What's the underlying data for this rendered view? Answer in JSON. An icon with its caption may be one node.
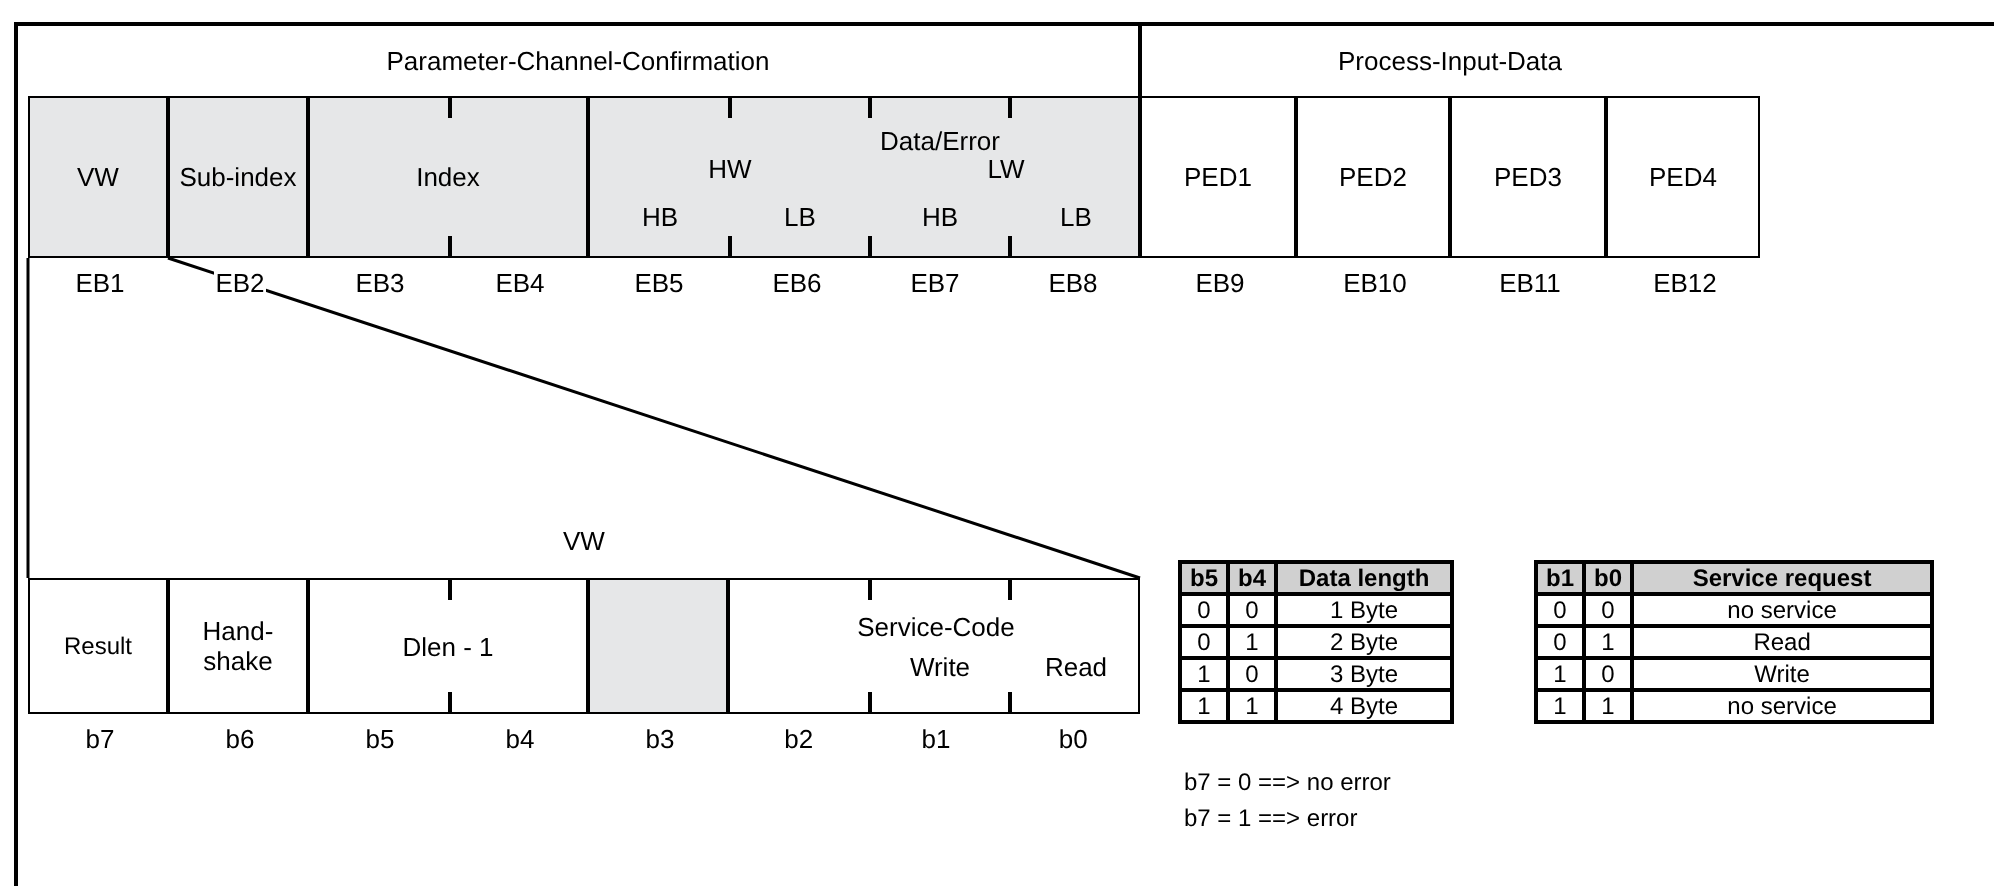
{
  "diagram": {
    "nodes": [
      {
        "text": [
          "Parameter-Channel-Confirmation"
        ]
      },
      {
        "text": [
          "Process-Input-Data"
        ]
      },
      {
        "text": [
          "VW"
        ],
        "beside": [
          "EB1"
        ]
      },
      {
        "text": [
          "Sub-index"
        ],
        "beside": [
          "EB2"
        ]
      },
      {
        "text": [
          "Index"
        ],
        "beside": [
          "EB3",
          "EB4"
        ]
      },
      {
        "text": [
          "Data/Error",
          "HW",
          "LW",
          "HB",
          "LB",
          "HB",
          "LB"
        ],
        "beside": [
          "EB5",
          "EB6",
          "EB7",
          "EB8"
        ]
      },
      {
        "text": [
          "PED1"
        ],
        "beside": [
          "EB9"
        ]
      },
      {
        "text": [
          "PED2"
        ],
        "beside": [
          "EB10"
        ]
      },
      {
        "text": [
          "PED3"
        ],
        "beside": [
          "EB11"
        ]
      },
      {
        "text": [
          "PED4"
        ],
        "beside": [
          "EB12"
        ]
      },
      {
        "text": [
          "VW"
        ]
      },
      {
        "text": [
          "Result"
        ],
        "in": 10,
        "beside": [
          "b7"
        ]
      },
      {
        "text": [
          "Hand-shake"
        ],
        "in": 10,
        "beside": [
          "b6"
        ]
      },
      {
        "text": [
          "Dlen - 1"
        ],
        "in": 10,
        "beside": [
          "b5",
          "b4"
        ]
      },
      {
        "text": [],
        "shape": "box",
        "in": 10,
        "beside": [
          "b3"
        ]
      },
      {
        "text": [
          "Service-Code",
          "Write",
          "Read"
        ],
        "in": 10,
        "beside": [
          "b2",
          "b1",
          "b0"
        ]
      }
    ],
    "edges": [
      {
        "from": 2,
        "to": 10,
        "arrow": "none"
      },
      {
        "from": 2,
        "to": 10,
        "arrow": "none"
      }
    ],
    "labels": [
      "b5",
      "b4",
      "Data length",
      "0",
      "0",
      "1 Byte",
      "0",
      "1",
      "2 Byte",
      "1",
      "0",
      "3 Byte",
      "1",
      "1",
      "4 Byte",
      "b1",
      "b0",
      "Service request",
      "0",
      "0",
      "no service",
      "0",
      "1",
      "Read",
      "1",
      "0",
      "Write",
      "1",
      "1",
      "no service",
      "b7 = 0 ==> no error",
      "b7 = 1 ==> error"
    ]
  }
}
